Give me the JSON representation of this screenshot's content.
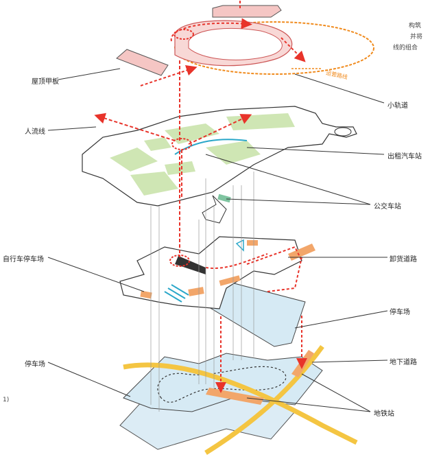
{
  "labels": {
    "roof_deck": "屋顶甲板",
    "people_flow": "人流线",
    "small_track": "小轨道",
    "taxi_station": "出租汽车站",
    "bus_station": "公交车站",
    "bike_parking": "自行车停车场",
    "unloading_road": "卸货道路",
    "parking_right": "停车场",
    "parking_left": "停车场",
    "underground_road": "地下道路",
    "metro_station": "地铁站",
    "orange_ring_note": "运营路线"
  },
  "notes": {
    "line1": "构筑",
    "line2": "并将",
    "line3": "线的组合",
    "left_fragment": "1)"
  },
  "colors": {
    "red_route": "#e8332a",
    "orange_ring": "#f08a1c",
    "pink_deck": "#f5c6c4",
    "green_area": "#cfe6b4",
    "blue_slab": "#d6eaf4",
    "yellow_road": "#f4c542",
    "orange_block": "#f2a66a"
  }
}
